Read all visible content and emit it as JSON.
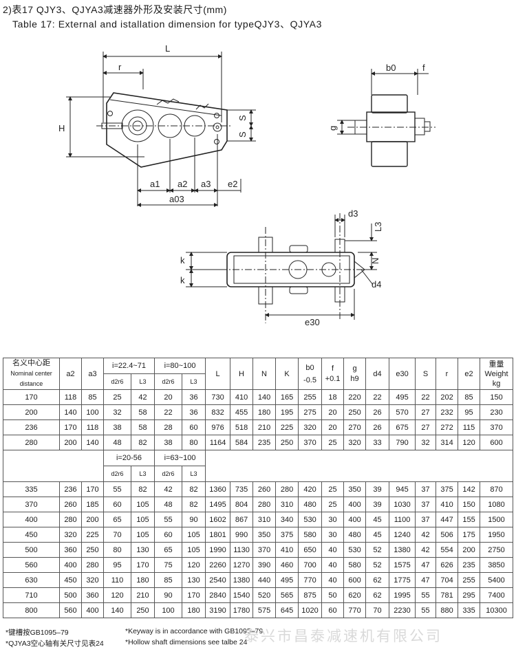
{
  "titles": {
    "cn": "2)表17 QJY3、QJYA3减速器外形及安装尺寸(mm)",
    "en": "Table 17: External and istallation dimension for typeQJY3、QJYA3"
  },
  "drawing_labels": {
    "L": "L",
    "r": "r",
    "H": "H",
    "S": "S",
    "a1": "a1",
    "a2": "a2",
    "a3": "a3",
    "e2": "e2",
    "a03": "a03",
    "b0": "b0",
    "f": "f",
    "g": "g",
    "d3": "d3",
    "L3": "L3",
    "k": "k",
    "N": "N",
    "d4": "d4",
    "e30": "e30"
  },
  "table": {
    "h_center_cn": "名义中心距",
    "h_center_en1": "Nominal center",
    "h_center_en2": "distance",
    "h_a2": "a2",
    "h_a3": "a3",
    "h_i1": "i=22.4~71",
    "h_i2": "i=80~100",
    "h_i3": "i=20-56",
    "h_i4": "i=63~100",
    "h_d2": "d2r6",
    "h_L3": "L3",
    "h_L": "L",
    "h_H": "H",
    "h_N": "N",
    "h_K": "K",
    "h_b0": "b0",
    "h_b0tol": "-0.5",
    "h_f": "f",
    "h_ftol": "+0.1",
    "h_g": "g",
    "h_gtol": "h9",
    "h_d4": "d4",
    "h_e30": "e30",
    "h_S": "S",
    "h_r": "r",
    "h_e2": "e2",
    "h_w_cn": "重量",
    "h_w_en": "Weight",
    "h_w_unit": "kg",
    "rows_a": [
      [
        "170",
        "118",
        "85",
        "25",
        "42",
        "20",
        "36",
        "730",
        "410",
        "140",
        "165",
        "255",
        "18",
        "220",
        "22",
        "495",
        "22",
        "202",
        "85",
        "150"
      ],
      [
        "200",
        "140",
        "100",
        "32",
        "58",
        "22",
        "36",
        "832",
        "455",
        "180",
        "195",
        "275",
        "20",
        "250",
        "26",
        "570",
        "27",
        "232",
        "95",
        "230"
      ],
      [
        "236",
        "170",
        "118",
        "38",
        "58",
        "28",
        "60",
        "976",
        "518",
        "210",
        "225",
        "320",
        "20",
        "270",
        "26",
        "675",
        "27",
        "272",
        "115",
        "370"
      ],
      [
        "280",
        "200",
        "140",
        "48",
        "82",
        "38",
        "80",
        "1164",
        "584",
        "235",
        "250",
        "370",
        "25",
        "320",
        "33",
        "790",
        "32",
        "314",
        "120",
        "600"
      ]
    ],
    "rows_b": [
      [
        "335",
        "236",
        "170",
        "55",
        "82",
        "42",
        "82",
        "1360",
        "735",
        "260",
        "280",
        "420",
        "25",
        "350",
        "39",
        "945",
        "37",
        "375",
        "142",
        "870"
      ],
      [
        "370",
        "260",
        "185",
        "60",
        "105",
        "48",
        "82",
        "1495",
        "804",
        "280",
        "310",
        "480",
        "25",
        "400",
        "39",
        "1030",
        "37",
        "410",
        "150",
        "1080"
      ],
      [
        "400",
        "280",
        "200",
        "65",
        "105",
        "55",
        "90",
        "1602",
        "867",
        "310",
        "340",
        "530",
        "30",
        "400",
        "45",
        "1100",
        "37",
        "447",
        "155",
        "1500"
      ],
      [
        "450",
        "320",
        "225",
        "70",
        "105",
        "60",
        "105",
        "1801",
        "990",
        "350",
        "375",
        "580",
        "30",
        "480",
        "45",
        "1240",
        "42",
        "506",
        "175",
        "1950"
      ],
      [
        "500",
        "360",
        "250",
        "80",
        "130",
        "65",
        "105",
        "1990",
        "1130",
        "370",
        "410",
        "650",
        "40",
        "530",
        "52",
        "1380",
        "42",
        "554",
        "200",
        "2750"
      ],
      [
        "560",
        "400",
        "280",
        "95",
        "170",
        "75",
        "120",
        "2260",
        "1270",
        "390",
        "460",
        "700",
        "40",
        "580",
        "52",
        "1575",
        "47",
        "626",
        "235",
        "3850"
      ],
      [
        "630",
        "450",
        "320",
        "110",
        "180",
        "85",
        "130",
        "2540",
        "1380",
        "440",
        "495",
        "770",
        "40",
        "600",
        "62",
        "1775",
        "47",
        "704",
        "255",
        "5400"
      ],
      [
        "710",
        "500",
        "360",
        "120",
        "210",
        "90",
        "170",
        "2840",
        "1540",
        "520",
        "565",
        "875",
        "50",
        "620",
        "62",
        "1995",
        "55",
        "781",
        "295",
        "7400"
      ],
      [
        "800",
        "560",
        "400",
        "140",
        "250",
        "100",
        "180",
        "3190",
        "1780",
        "575",
        "645",
        "1020",
        "60",
        "770",
        "70",
        "2230",
        "55",
        "880",
        "335",
        "10300"
      ]
    ]
  },
  "footnotes": {
    "n1_cn": "*键槽按GB1095–79",
    "n2_cn": "*QJYA3空心轴有关尺寸见表24",
    "n1_en": "*Keyway is in accordance with GB1095–79",
    "n2_en": "*Hollow shaft dimensions see talbe 24"
  },
  "watermark": "泰兴市昌泰减速机有限公司"
}
